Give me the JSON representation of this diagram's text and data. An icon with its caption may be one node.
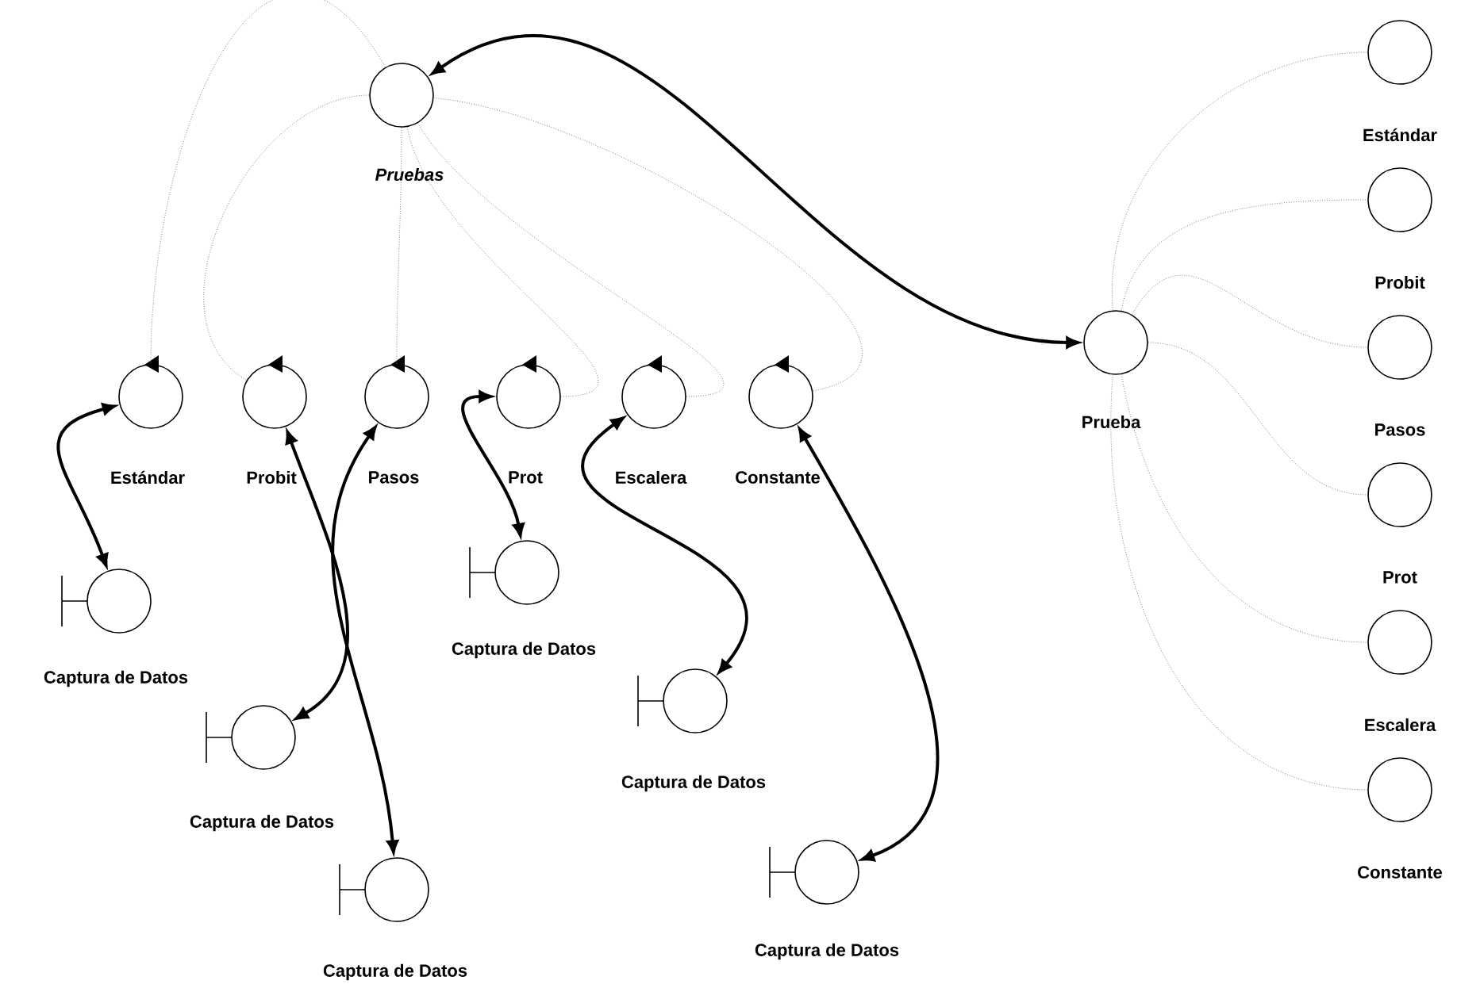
{
  "diagram": {
    "nodes": [
      {
        "text": [
          "Pruebas"
        ]
      },
      {
        "text": [
          "Estándar"
        ]
      },
      {
        "text": [
          "Probit"
        ]
      },
      {
        "text": [
          "Pasos"
        ]
      },
      {
        "text": [
          "Prot"
        ]
      },
      {
        "text": [
          "Escalera"
        ]
      },
      {
        "text": [
          "Constante"
        ]
      },
      {
        "text": [
          "Prueba"
        ]
      },
      {
        "text": [
          "Estándar"
        ]
      },
      {
        "text": [
          "Probit"
        ]
      },
      {
        "text": [
          "Pasos"
        ]
      },
      {
        "text": [
          "Prot"
        ]
      },
      {
        "text": [
          "Escalera"
        ]
      },
      {
        "text": [
          "Constante"
        ]
      },
      {
        "text": [
          "Captura de Datos"
        ]
      },
      {
        "text": [
          "Captura de Datos"
        ]
      },
      {
        "text": [
          "Captura de Datos"
        ]
      },
      {
        "text": [
          "Captura de Datos"
        ]
      },
      {
        "text": [
          "Captura de Datos"
        ]
      },
      {
        "text": [
          "Captura de Datos"
        ]
      }
    ],
    "edges": [
      {
        "from": 0,
        "to": 1,
        "arrow": "none",
        "style": "dashed"
      },
      {
        "from": 0,
        "to": 2,
        "arrow": "none",
        "style": "dashed"
      },
      {
        "from": 0,
        "to": 3,
        "arrow": "none",
        "style": "dashed"
      },
      {
        "from": 0,
        "to": 4,
        "arrow": "none",
        "style": "dashed"
      },
      {
        "from": 0,
        "to": 5,
        "arrow": "none",
        "style": "dashed"
      },
      {
        "from": 0,
        "to": 6,
        "arrow": "none",
        "style": "dashed"
      },
      {
        "from": 7,
        "to": 0,
        "arrow": "both",
        "style": "thick",
        "color": "#000000"
      },
      {
        "from": 7,
        "to": 8,
        "arrow": "none",
        "style": "dashed"
      },
      {
        "from": 7,
        "to": 9,
        "arrow": "none",
        "style": "dashed"
      },
      {
        "from": 7,
        "to": 10,
        "arrow": "none",
        "style": "dashed"
      },
      {
        "from": 7,
        "to": 11,
        "arrow": "none",
        "style": "dashed"
      },
      {
        "from": 7,
        "to": 12,
        "arrow": "none",
        "style": "dashed"
      },
      {
        "from": 7,
        "to": 13,
        "arrow": "none",
        "style": "dashed"
      },
      {
        "from": 1,
        "to": 14,
        "arrow": "both",
        "style": "thick",
        "color": "#000000"
      },
      {
        "from": 2,
        "to": 15,
        "arrow": "both",
        "style": "thick",
        "color": "#000000"
      },
      {
        "from": 3,
        "to": 16,
        "arrow": "both",
        "style": "thick",
        "color": "#000000"
      },
      {
        "from": 4,
        "to": 17,
        "arrow": "both",
        "style": "thick",
        "color": "#000000"
      },
      {
        "from": 5,
        "to": 18,
        "arrow": "both",
        "style": "thick",
        "color": "#000000"
      },
      {
        "from": 6,
        "to": 19,
        "arrow": "both",
        "style": "thick",
        "color": "#000000"
      }
    ]
  }
}
